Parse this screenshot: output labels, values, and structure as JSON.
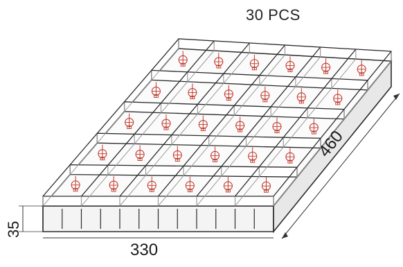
{
  "diagram": {
    "quantity_label": "30 PCS",
    "dimensions": {
      "width": "330",
      "depth": "460",
      "height": "35"
    },
    "grid": {
      "rows": 5,
      "columns": 6
    },
    "colors": {
      "frame": "#2a2a2a",
      "cavity_wall": "#9a9a9a",
      "socket": "#c0392b"
    }
  }
}
